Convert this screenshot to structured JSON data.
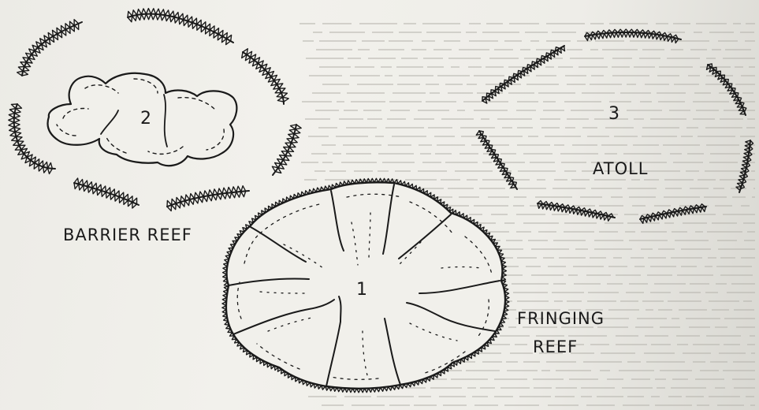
{
  "diagram": {
    "reefs": [
      {
        "number": "1",
        "label_line1": "FRINGING",
        "label_line2": "REEF"
      },
      {
        "number": "2",
        "label_line1": "BARRIER REEF"
      },
      {
        "number": "3",
        "label_line1": "ATOLL"
      }
    ]
  },
  "colors": {
    "ink": "#1a1a1a",
    "paper": "#efeee9"
  }
}
